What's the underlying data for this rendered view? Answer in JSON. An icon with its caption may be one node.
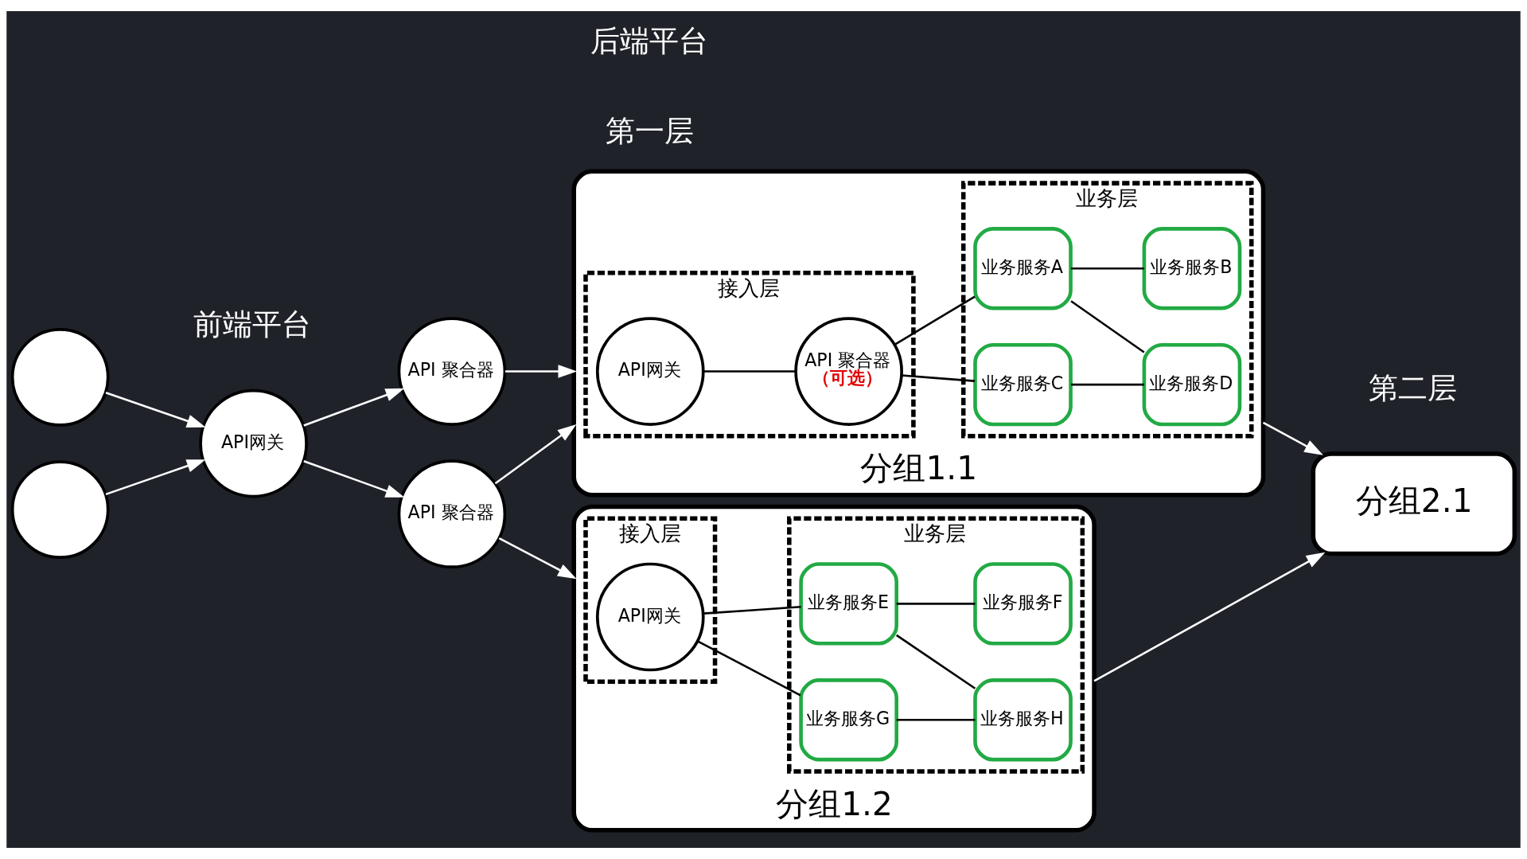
{
  "diagram": {
    "nodes": [
      {
        "text": [],
        "shape": "circle"
      },
      {
        "text": [],
        "shape": "circle"
      },
      {
        "text": [
          "API网关"
        ]
      },
      {
        "text": [
          "API 聚合器"
        ]
      },
      {
        "text": [
          "API 聚合器"
        ]
      },
      {
        "text": [
          "分组1.1"
        ]
      },
      {
        "text": [
          "接入层"
        ],
        "in": 5
      },
      {
        "text": [
          "API网关"
        ],
        "in": 6
      },
      {
        "text": [
          "API 聚合器",
          "（可选）"
        ],
        "in": 6
      },
      {
        "text": [
          "业务层"
        ],
        "in": 5
      },
      {
        "text": [
          "业务服务A"
        ],
        "in": 9
      },
      {
        "text": [
          "业务服务B"
        ],
        "in": 9
      },
      {
        "text": [
          "业务服务C"
        ],
        "in": 9
      },
      {
        "text": [
          "业务服务D"
        ],
        "in": 9
      },
      {
        "text": [
          "分组1.2"
        ]
      },
      {
        "text": [
          "接入层"
        ],
        "in": 14
      },
      {
        "text": [
          "API网关"
        ],
        "in": 15
      },
      {
        "text": [
          "业务层"
        ],
        "in": 14
      },
      {
        "text": [
          "业务服务E"
        ],
        "in": 17
      },
      {
        "text": [
          "业务服务F"
        ],
        "in": 17
      },
      {
        "text": [
          "业务服务G"
        ],
        "in": 17
      },
      {
        "text": [
          "业务服务H"
        ],
        "in": 17
      },
      {
        "text": [
          "分组2.1"
        ]
      }
    ],
    "edges": [
      {
        "from": 0,
        "to": 2,
        "arrow": "to",
        "color": "#ffffff"
      },
      {
        "from": 1,
        "to": 2,
        "arrow": "to",
        "color": "#ffffff"
      },
      {
        "from": 2,
        "to": 3,
        "arrow": "to",
        "color": "#ffffff"
      },
      {
        "from": 2,
        "to": 4,
        "arrow": "to",
        "color": "#ffffff"
      },
      {
        "from": 3,
        "to": 5,
        "arrow": "to",
        "color": "#ffffff"
      },
      {
        "from": 3,
        "to": 14,
        "arrow": "to",
        "color": "#ffffff"
      },
      {
        "from": 4,
        "to": 5,
        "arrow": "to",
        "color": "#ffffff"
      },
      {
        "from": 7,
        "to": 8,
        "arrow": "none"
      },
      {
        "from": 8,
        "to": 10,
        "arrow": "none"
      },
      {
        "from": 8,
        "to": 12,
        "arrow": "none"
      },
      {
        "from": 10,
        "to": 11,
        "arrow": "none"
      },
      {
        "from": 10,
        "to": 13,
        "arrow": "none"
      },
      {
        "from": 12,
        "to": 13,
        "arrow": "none"
      },
      {
        "from": 16,
        "to": 18,
        "arrow": "none"
      },
      {
        "from": 16,
        "to": 20,
        "arrow": "none"
      },
      {
        "from": 18,
        "to": 19,
        "arrow": "none"
      },
      {
        "from": 18,
        "to": 21,
        "arrow": "none"
      },
      {
        "from": 20,
        "to": 21,
        "arrow": "none"
      },
      {
        "from": 5,
        "to": 22,
        "arrow": "to",
        "color": "#ffffff"
      },
      {
        "from": 14,
        "to": 22,
        "arrow": "to",
        "color": "#ffffff"
      }
    ],
    "labels": [
      "第一层",
      "第二层",
      "前端平台",
      "后端平台"
    ]
  }
}
